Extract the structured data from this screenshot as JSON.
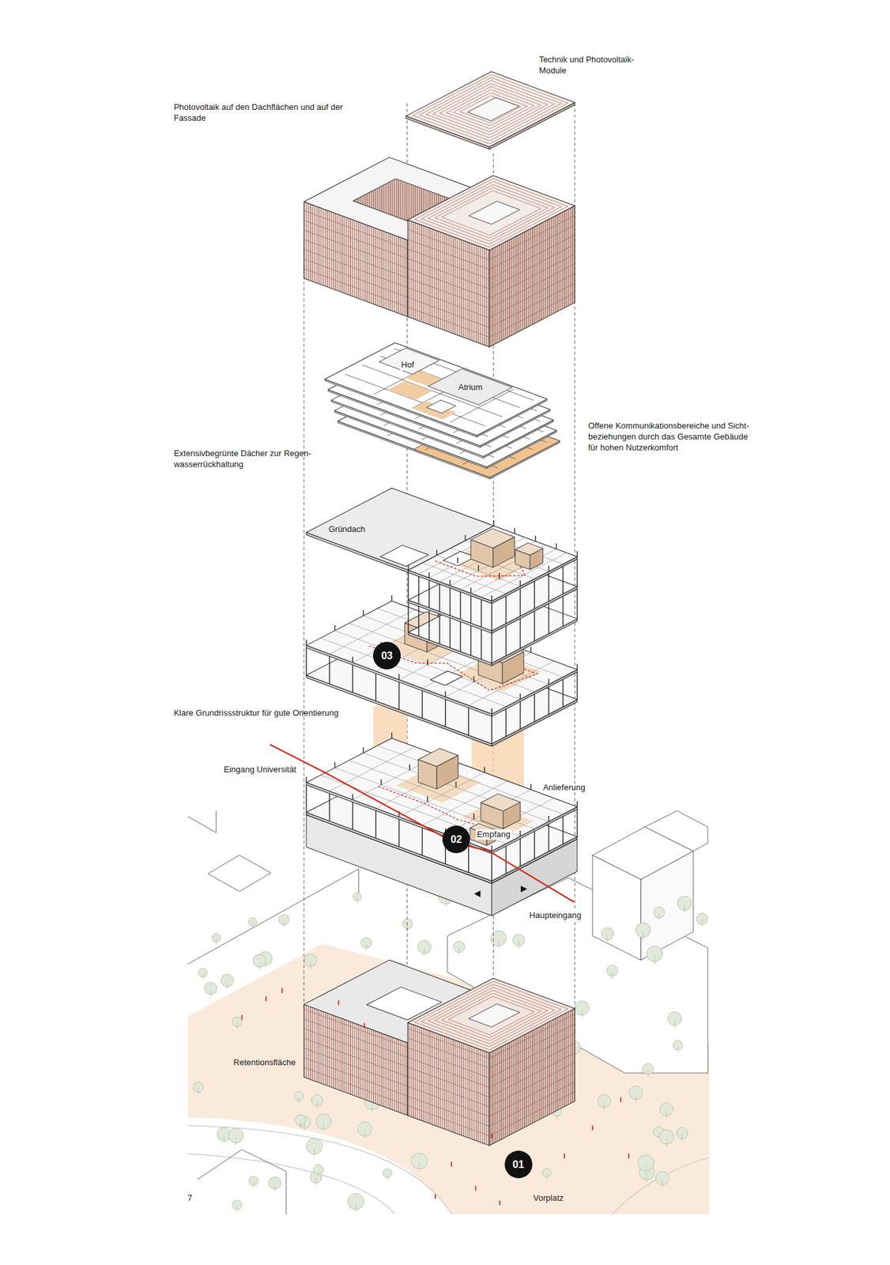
{
  "diagram": {
    "nodes": [
      {
        "text": [
          "03"
        ]
      },
      {
        "text": [
          "02"
        ]
      },
      {
        "text": [
          "01"
        ]
      }
    ],
    "labels": [
      "Technik und Photovoltaik-Module",
      "Photovoltaik auf den Dachflächen und auf der Fassade",
      "Hof",
      "Atrium",
      "Offene Kommunikationsbereiche und Sicht- beziehungen durch das Gesamte Gebäude für hohen Nutzerkomfort",
      "Extensivbegrünte Dächer zur Regen- wasserrückhaltung",
      "Gründach",
      "Klare Grundrissstruktur für gute Orientierung",
      "Eingang Universität",
      "Anlieferung",
      "Empfang",
      "Haupteingang",
      "Retentionsfläche",
      "Vorplatz",
      "7"
    ]
  }
}
